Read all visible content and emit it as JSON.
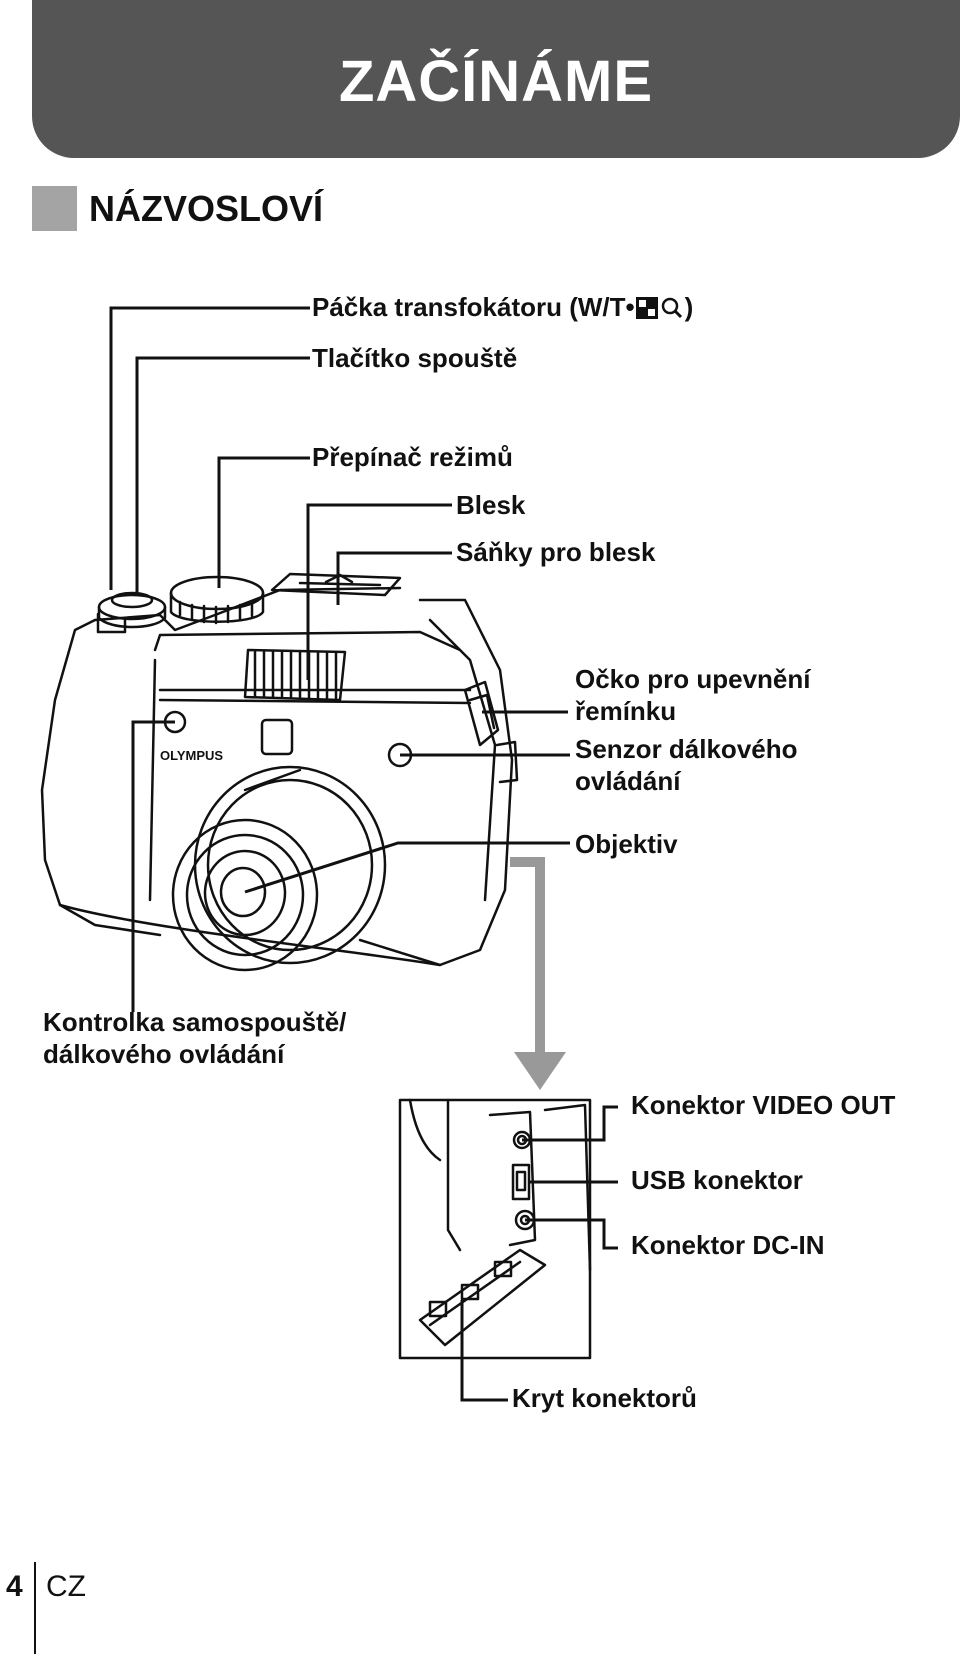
{
  "header": {
    "title": "ZAČÍNÁME"
  },
  "section": {
    "title": "NÁZVOSLOVÍ"
  },
  "labels": {
    "zoom_lever_prefix": "Páčka transfokátoru (W/T•",
    "zoom_lever_suffix": ")",
    "shutter_button": "Tlačítko spouště",
    "mode_dial": "Přepínač režimů",
    "flash": "Blesk",
    "hot_shoe": "Sáňky pro blesk",
    "strap_eyelet_1": "Očko pro upevnění",
    "strap_eyelet_2": "řemínku",
    "remote_sensor_1": "Senzor dálkového",
    "remote_sensor_2": "ovládání",
    "lens": "Objektiv",
    "self_timer_1": "Kontrolka samospouště/",
    "self_timer_2": "dálkového ovládání",
    "video_out": "Konektor VIDEO OUT",
    "usb": "USB konektor",
    "dc_in": "Konektor DC-IN",
    "connector_cover": "Kryt konektorů"
  },
  "brand": "OLYMPUS",
  "icons": {
    "zoom_lever": [
      "thumbnail-grid-icon",
      "magnify-icon"
    ]
  },
  "footer": {
    "page": "4",
    "lang": "CZ"
  },
  "colors": {
    "header_bg": "#555555",
    "section_square": "#a4a4a4",
    "arrow": "#999999"
  }
}
